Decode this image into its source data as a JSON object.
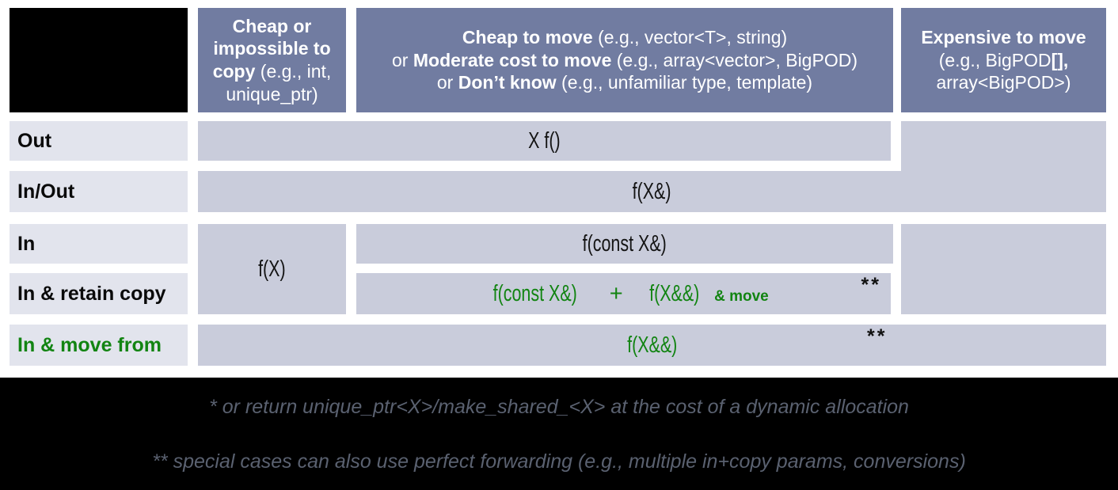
{
  "colors": {
    "header-bg": "#717CA1",
    "cell-bg": "#C9CCDB",
    "label-bg": "#E2E4ED",
    "green": "#128412",
    "footnote": "#5A6170",
    "header-text": "#FFFFFF",
    "text": "#141414",
    "band": "#000000"
  },
  "header": {
    "col1": [
      {
        "b": true,
        "t": "Cheap or impossible to copy"
      },
      {
        "b": false,
        "t": " (e.g., int, unique_ptr)"
      }
    ],
    "col2_lines": [
      [
        {
          "b": true,
          "t": "Cheap to move"
        },
        {
          "b": false,
          "t": " (e.g., vector<T>, string)"
        }
      ],
      [
        {
          "b": false,
          "t": "or "
        },
        {
          "b": true,
          "t": "Moderate cost to move"
        },
        {
          "b": false,
          "t": " (e.g., array<vector>, BigPOD)"
        }
      ],
      [
        {
          "b": false,
          "t": "or "
        },
        {
          "b": true,
          "t": "Don’t know"
        },
        {
          "b": false,
          "t": " (e.g., unfamiliar type, template)"
        }
      ]
    ],
    "col3_lines": [
      [
        {
          "b": true,
          "t": "Expensive to move"
        }
      ],
      [
        {
          "b": false,
          "t": "(e.g., BigPOD"
        },
        {
          "b": true,
          "t": "[],"
        }
      ],
      [
        {
          "b": false,
          "t": "array<BigPOD>)"
        }
      ]
    ]
  },
  "rows": {
    "out": {
      "label": "Out",
      "cell": "X f()"
    },
    "inout": {
      "label": "In/Out",
      "cell": "f(X&)"
    },
    "in": {
      "label": "In",
      "col1_cell": "f(X)",
      "cell": "f(const X&)"
    },
    "retain": {
      "label": "In & retain copy",
      "part1": "f(const X&)",
      "plus": "+",
      "part2": "f(X&&)",
      "suffix": "& move",
      "marker": "**"
    },
    "movefrom": {
      "label": "In & move from",
      "cell": "f(X&&)",
      "marker": "**"
    }
  },
  "footnotes": [
    "* or return unique_ptr<X>/make_shared_<X> at the cost of a dynamic allocation",
    "** special cases can also use perfect forwarding (e.g., multiple in+copy params, conversions)"
  ]
}
